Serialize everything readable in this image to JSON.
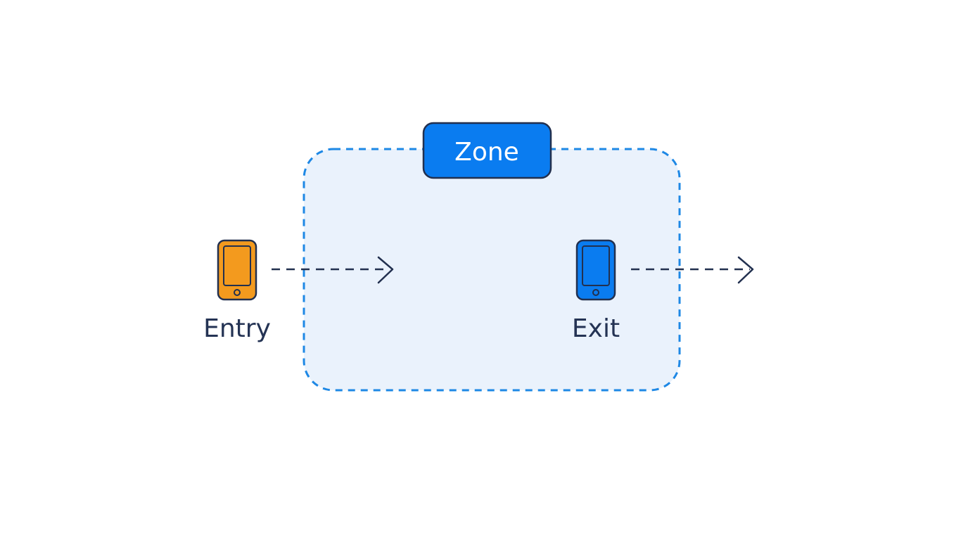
{
  "zone": {
    "label": "Zone",
    "fill_color": "#EAF2FC",
    "border_color": "#1E88E5",
    "border_style": "dashed",
    "badge_color": "#0A7CF0"
  },
  "nodes": [
    {
      "id": "entry",
      "label": "Entry",
      "icon": "phone-icon",
      "color": "#F39A1E"
    },
    {
      "id": "exit",
      "label": "Exit",
      "icon": "phone-icon",
      "color": "#0A7CF0"
    }
  ],
  "edges": [
    {
      "from": "entry",
      "to": "zone",
      "style": "dashed-arrow"
    },
    {
      "from": "exit",
      "to": "outside",
      "style": "dashed-arrow"
    }
  ],
  "colors": {
    "outline": "#22304F",
    "text": "#243354"
  }
}
